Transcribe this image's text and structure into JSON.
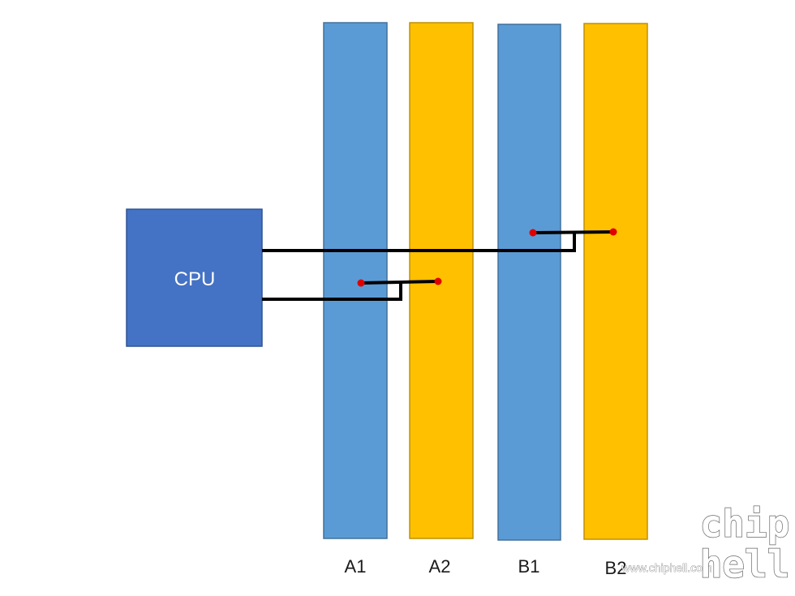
{
  "cpu": {
    "label": "CPU",
    "fill": "#4472C4",
    "stroke": "#2F5597"
  },
  "slots": [
    {
      "id": "a1",
      "label": "A1",
      "fill": "#5B9BD5",
      "stroke": "#41719C"
    },
    {
      "id": "a2",
      "label": "A2",
      "fill": "#FFC000",
      "stroke": "#BF9000"
    },
    {
      "id": "b1",
      "label": "B1",
      "fill": "#5B9BD5",
      "stroke": "#41719C"
    },
    {
      "id": "b2",
      "label": "B2",
      "fill": "#FFC000",
      "stroke": "#BF9000"
    }
  ],
  "channels": [
    {
      "id": "channel-b",
      "slots": [
        "b1",
        "b2"
      ]
    },
    {
      "id": "channel-a",
      "slots": [
        "a1",
        "a2"
      ]
    }
  ],
  "colors": {
    "trace": "#000000",
    "node": "#E00000"
  },
  "watermark": {
    "url": "www.chiphell.com",
    "logo_top": "chip",
    "logo_bottom": "hell"
  }
}
